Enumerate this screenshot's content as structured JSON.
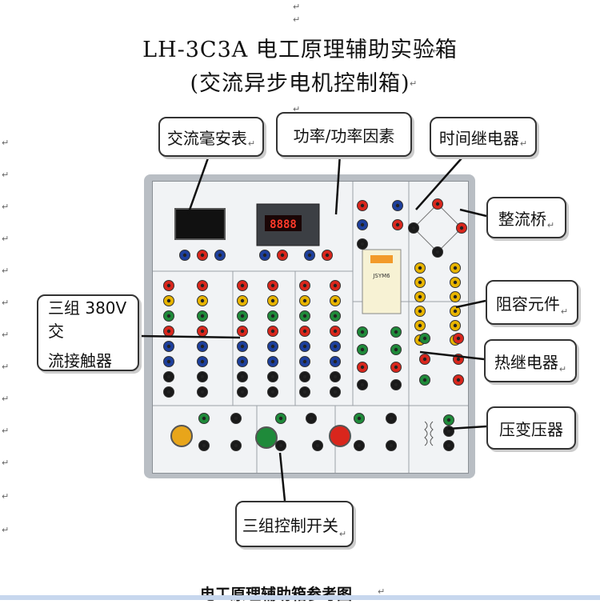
{
  "title": {
    "line1": "LH-3C3A 电工原理辅助实验箱",
    "line2": "(交流异步电机控制箱)"
  },
  "callouts": {
    "ammeter": "交流毫安表",
    "power_factor": "功率/功率因素",
    "time_relay": "时间继电器",
    "rectifier_bridge": "整流桥",
    "rc_elements": "阻容元件",
    "contactors_line1": "三组 380V 交",
    "contactors_line2": "流接触器",
    "thermal_relay": "热继电器",
    "transformer": "压变压器",
    "control_switches": "三组控制开关"
  },
  "device": {
    "display_value": "8888",
    "relay_brand": "JSYM6"
  },
  "caption": "电工原理辅助箱参考图",
  "colors": {
    "red": "#d9261c",
    "green": "#1f8a3a",
    "blue": "#1d3f9c",
    "yellow": "#e8b400",
    "black": "#1a1a1a"
  }
}
